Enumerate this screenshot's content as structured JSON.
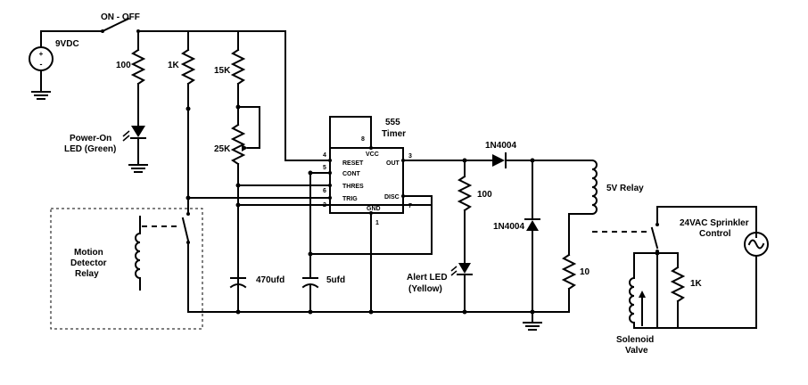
{
  "labels": {
    "switch": "ON - OFF",
    "battery": "9VDC",
    "r_power": "100",
    "r_1k": "1K",
    "r_15k": "15K",
    "pot_25k": "25K",
    "power_led": [
      "Power-On",
      "LED (Green)"
    ],
    "timer_title": [
      "555",
      "Timer"
    ],
    "pin_labels": [
      "VCC",
      "RESET",
      "OUT",
      "CONT",
      "THRES",
      "TRIG",
      "DISC",
      "GND"
    ],
    "pin_numbers": [
      "8",
      "4",
      "3",
      "5",
      "6",
      "2",
      "7",
      "1"
    ],
    "diode_series": "1N4004",
    "diode_flyback": "1N4004",
    "r_alert": "100",
    "alert_led": [
      "Alert LED",
      "(Yellow)"
    ],
    "relay_5v": "5V Relay",
    "r_10": "10",
    "cap_470": "470ufd",
    "cap_5": "5ufd",
    "motion_relay": [
      "Motion",
      "Detector",
      "Relay"
    ],
    "sprinkler": [
      "24VAC Sprinkler",
      "Control"
    ],
    "r_valve": "1K",
    "valve": [
      "Solenoid",
      "Valve"
    ]
  }
}
